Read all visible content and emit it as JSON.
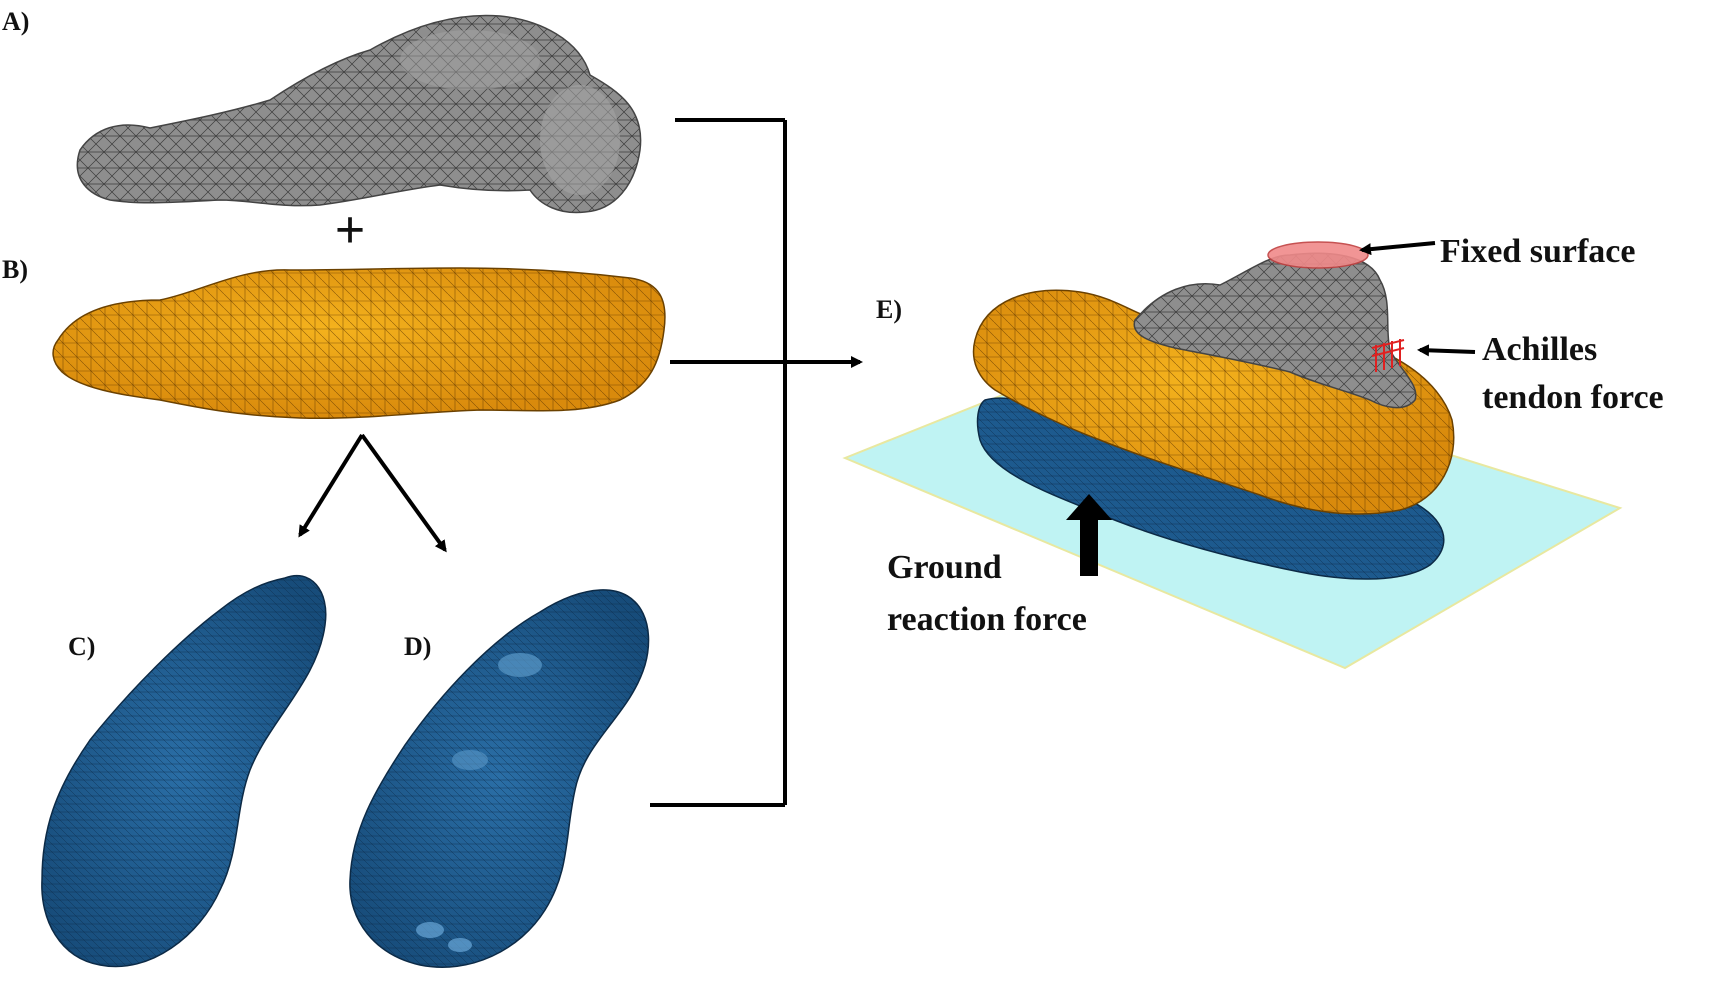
{
  "panels": {
    "a": "A)",
    "b": "B)",
    "c": "C)",
    "d": "D)",
    "e": "E)"
  },
  "operators": {
    "plus": "+"
  },
  "annotations": {
    "fixed_surface": "Fixed surface",
    "achilles_line1": "Achilles",
    "achilles_line2": "tendon force",
    "ground_line1": "Ground",
    "ground_line2": "reaction force"
  },
  "colors": {
    "bone": "#8e8e8e",
    "foot_tissue": "#e0940f",
    "insole": "#1d5a8e",
    "ground_plane": "#bff3f3",
    "fixed_surface_marker": "#f08a8a",
    "achilles_marker": "#e02020",
    "lines": "#000000"
  }
}
